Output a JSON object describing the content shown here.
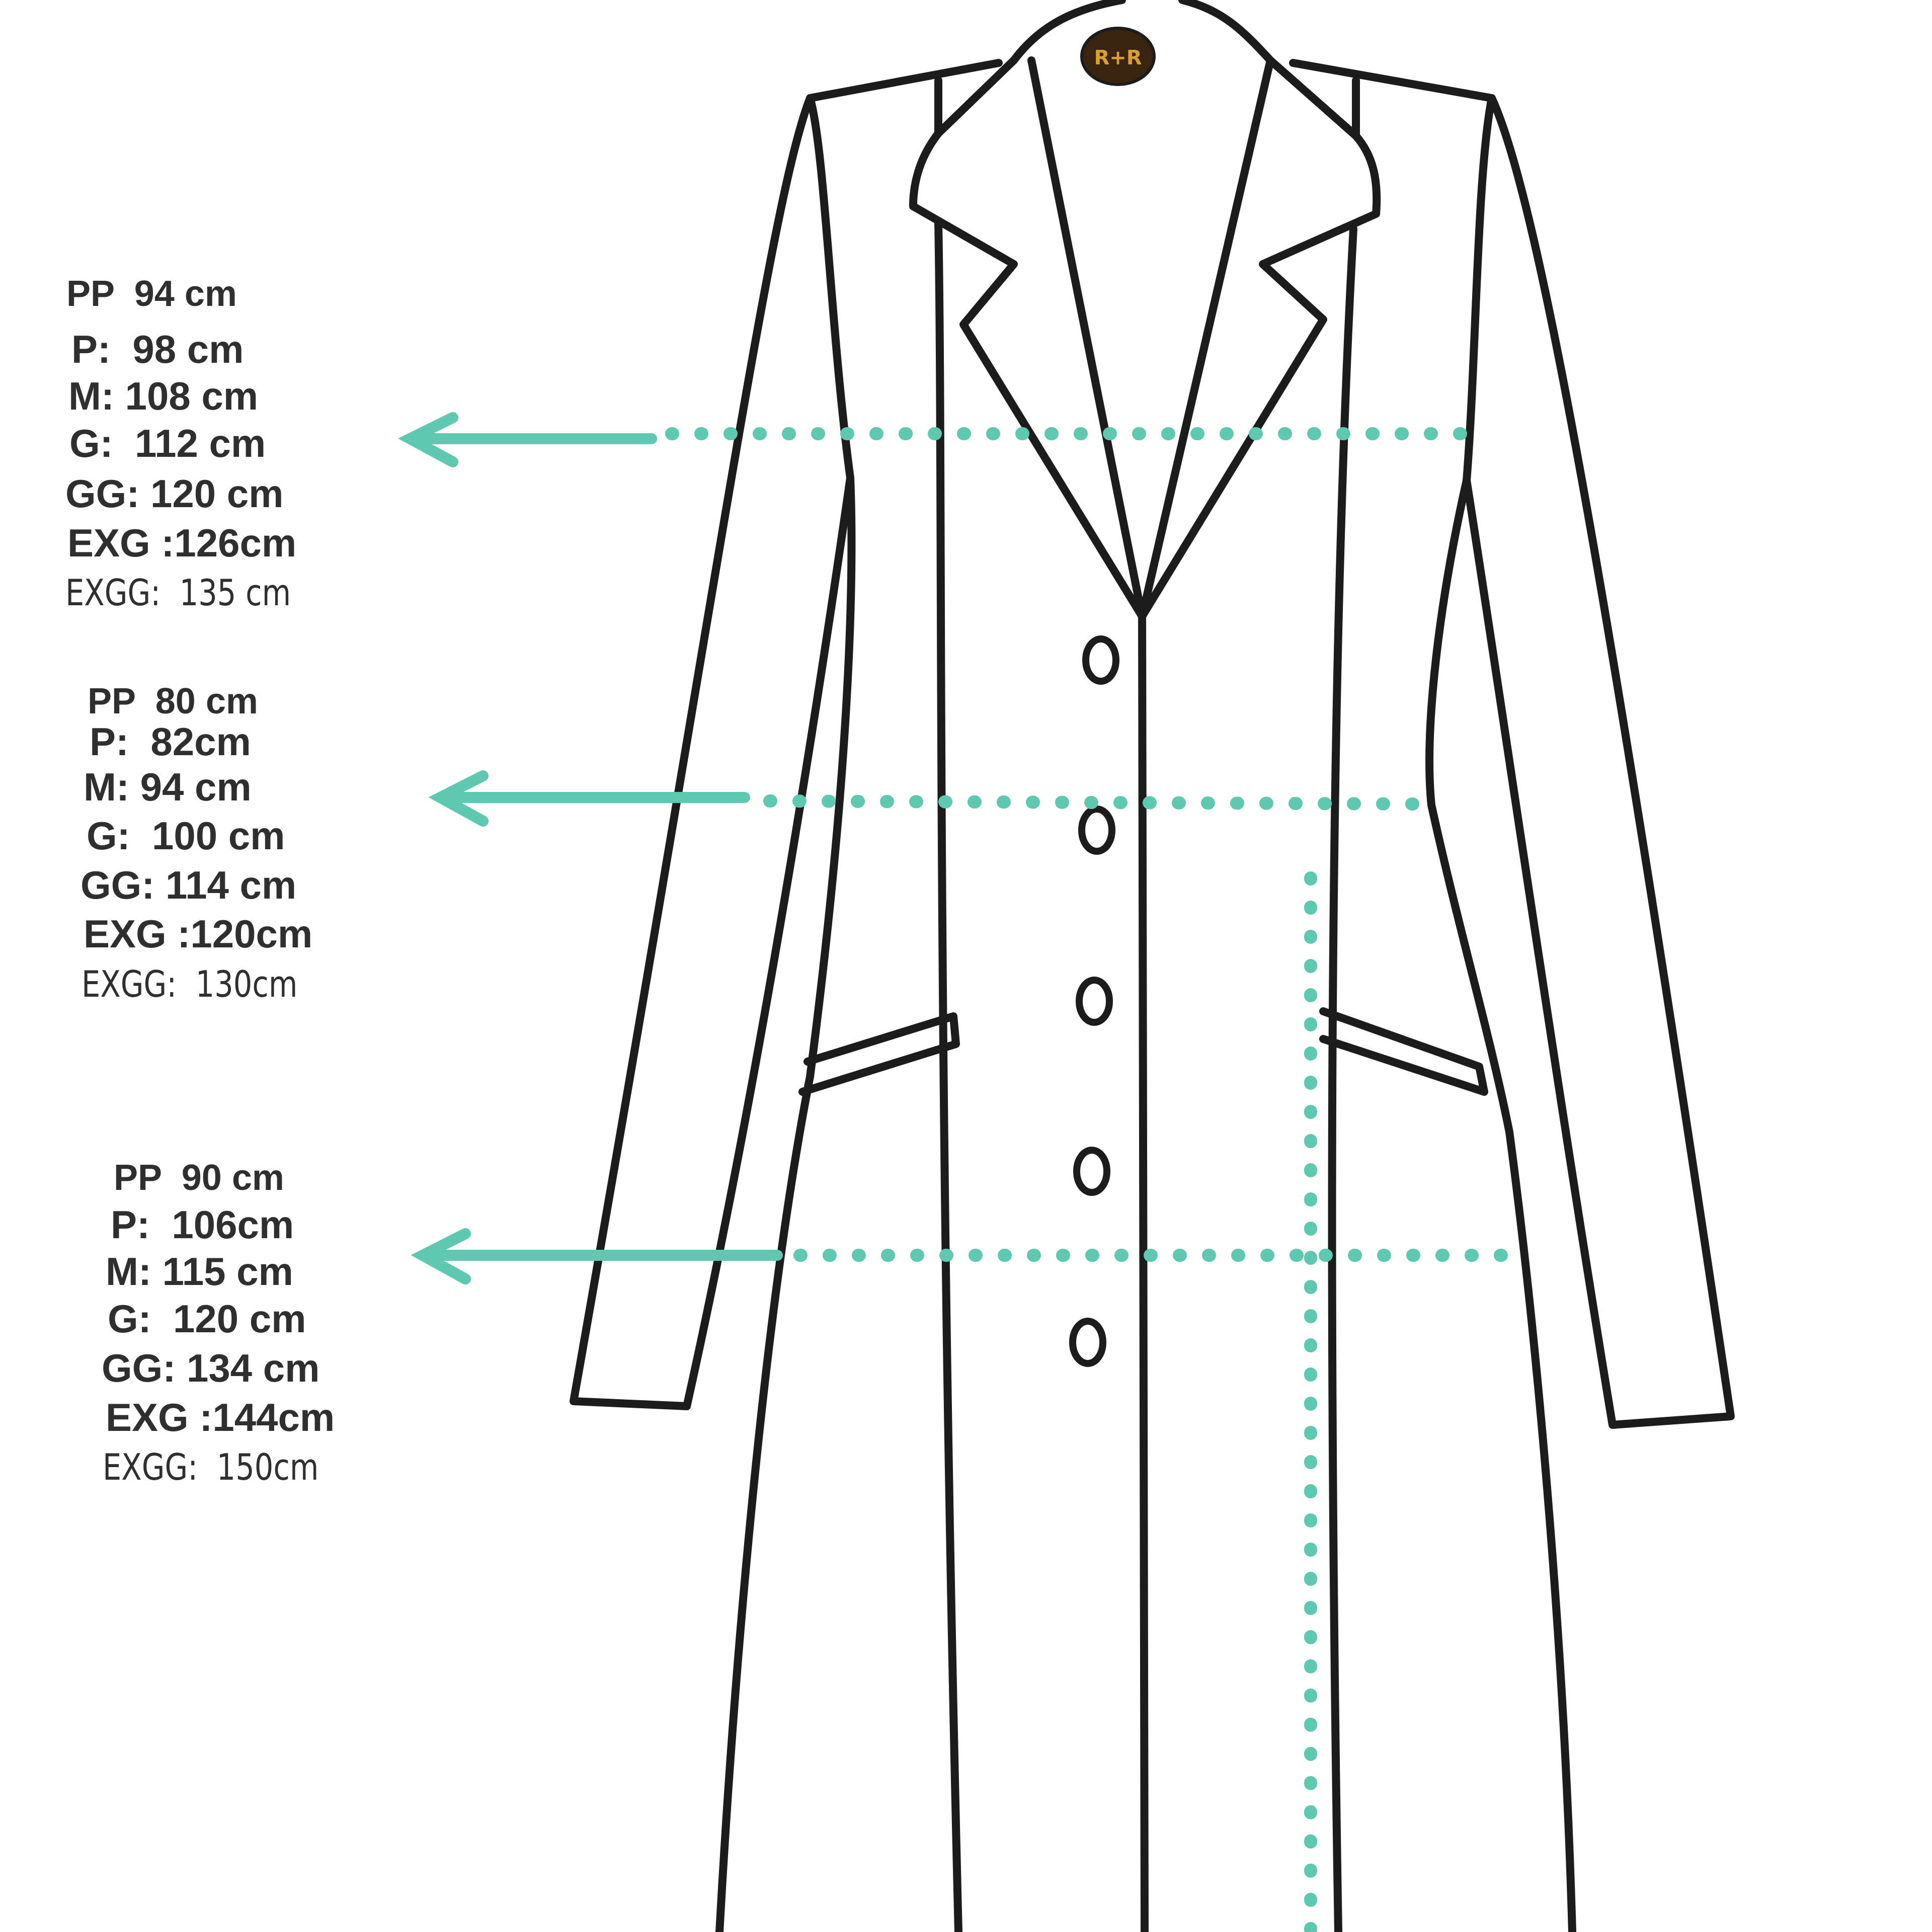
{
  "colors": {
    "outline": "#1c1c1c",
    "measure": "#5ec8b0",
    "text": "#2f2f2f",
    "logo": "#3a2410",
    "logo_text": "#d8a030"
  },
  "icons": {
    "measure_arrow": "left-arrow-icon",
    "logo": "brand-logo-icon"
  },
  "logo": {
    "text": "R+R"
  },
  "measurements": [
    {
      "region": "bust",
      "sizes": [
        "PP  94 cm",
        "P:  98 cm",
        "M: 108 cm",
        "G:  112 cm",
        "GG: 120 cm",
        "EXG :126cm",
        "EXGG:  135 cm"
      ]
    },
    {
      "region": "waist",
      "sizes": [
        "PP  80 cm",
        "P:  82cm",
        "M: 94 cm",
        "G:  100 cm",
        "GG: 114 cm",
        "EXG :120cm",
        "EXGG:  130cm"
      ]
    },
    {
      "region": "hip",
      "sizes": [
        "PP  90 cm",
        "P:  106cm",
        "M: 115 cm",
        "G:  120 cm",
        "GG: 134 cm",
        "EXG :144cm",
        "EXGG:  150cm"
      ]
    }
  ]
}
